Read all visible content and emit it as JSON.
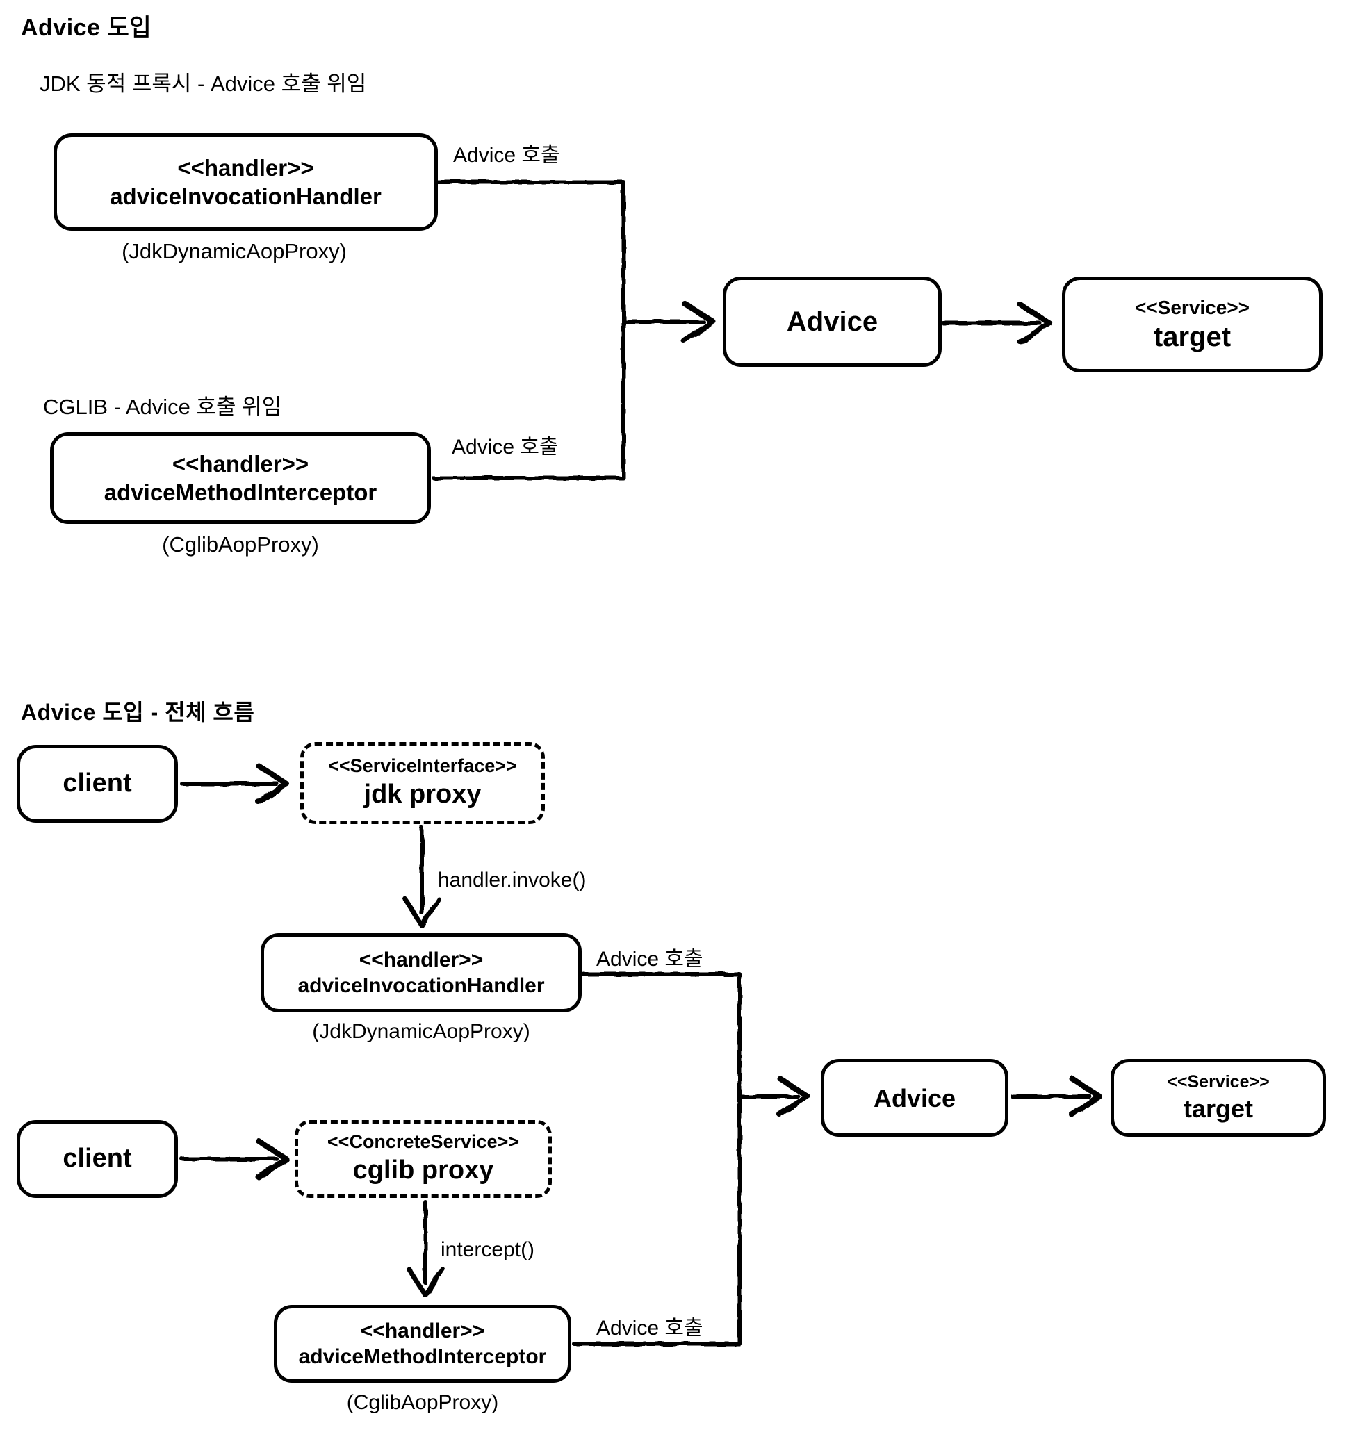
{
  "colors": {
    "ink": "#000000",
    "background": "#ffffff"
  },
  "sec1": {
    "title": "Advice 도입",
    "jdk": {
      "heading": "JDK 동적 프록시 - Advice 호출 위임",
      "box": {
        "stereotype": "<<handler>>",
        "name": "adviceInvocationHandler"
      },
      "caption": "(JdkDynamicAopProxy)",
      "call_label": "Advice 호출"
    },
    "cglib": {
      "heading": "CGLIB - Advice 호출 위임",
      "box": {
        "stereotype": "<<handler>>",
        "name": "adviceMethodInterceptor"
      },
      "caption": "(CglibAopProxy)",
      "call_label": "Advice 호출"
    },
    "advice": "Advice",
    "target": {
      "stereotype": "<<Service>>",
      "name": "target"
    }
  },
  "sec2": {
    "title": "Advice 도입 - 전체 흐름",
    "jdk_flow": {
      "client": "client",
      "proxy": {
        "stereotype": "<<ServiceInterface>>",
        "name": "jdk proxy"
      },
      "invoke_label": "handler.invoke()",
      "handler": {
        "stereotype": "<<handler>>",
        "name": "adviceInvocationHandler"
      },
      "caption": "(JdkDynamicAopProxy)",
      "call_label": "Advice 호출"
    },
    "cglib_flow": {
      "client": "client",
      "proxy": {
        "stereotype": "<<ConcreteService>>",
        "name": "cglib proxy"
      },
      "intercept_label": "intercept()",
      "handler": {
        "stereotype": "<<handler>>",
        "name": "adviceMethodInterceptor"
      },
      "caption": "(CglibAopProxy)",
      "call_label": "Advice 호출"
    },
    "advice": "Advice",
    "target": {
      "stereotype": "<<Service>>",
      "name": "target"
    }
  }
}
